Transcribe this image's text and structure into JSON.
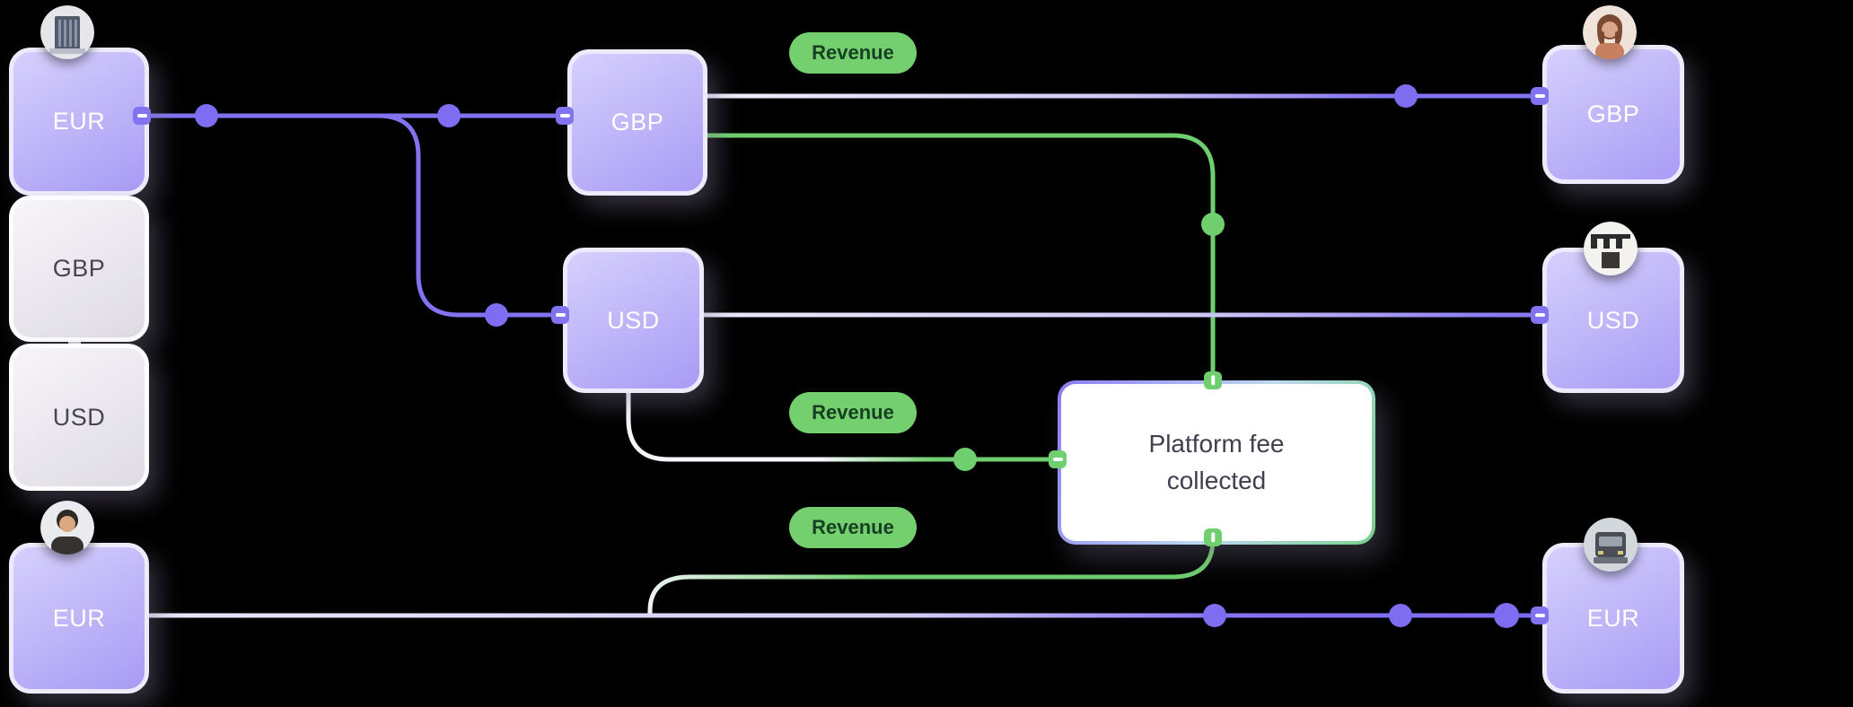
{
  "diagram": {
    "left_stack": {
      "avatar": "bank-avatar",
      "items": [
        {
          "label": "EUR"
        },
        {
          "label": "GBP"
        },
        {
          "label": "USD"
        }
      ]
    },
    "left_bottom": {
      "avatar": "man-avatar",
      "label": "EUR"
    },
    "middle": {
      "gbp": {
        "label": "GBP"
      },
      "usd": {
        "label": "USD"
      }
    },
    "right": {
      "gbp": {
        "avatar": "woman-avatar",
        "label": "GBP"
      },
      "usd": {
        "avatar": "storefront-avatar",
        "label": "USD"
      },
      "eur": {
        "avatar": "truck-avatar",
        "label": "EUR"
      }
    },
    "platform_fee": {
      "label": "Platform fee collected"
    },
    "badges": [
      {
        "label": "Revenue"
      },
      {
        "label": "Revenue"
      },
      {
        "label": "Revenue"
      }
    ]
  },
  "colors": {
    "background": "#000000",
    "purple_line": "#8273f1",
    "light_lavender_line": "#d6d0f8",
    "green": "#6fcf6e",
    "white_line": "#f7f6fd",
    "node_purple_start": "#d6d0fc",
    "node_purple_end": "#a89bf5",
    "node_gray_start": "#f7f5f9",
    "node_gray_end": "#dedbe4",
    "badge_background": "#74d06f",
    "badge_text": "#174023",
    "platform_text": "#3f3f4d"
  }
}
